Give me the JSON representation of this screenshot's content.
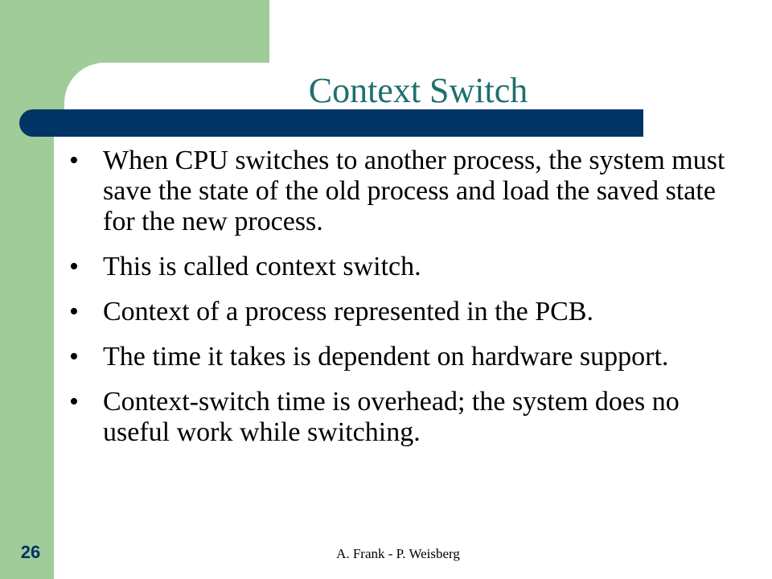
{
  "slide": {
    "title": "Context Switch",
    "bullet_symbol": "•",
    "bullets": [
      "When CPU switches to another process, the system must save the state of the old process and load the saved state for the new process.",
      "This is called context switch.",
      "Context of a process represented in the PCB.",
      "The time it takes is dependent on hardware support.",
      "Context-switch time is overhead; the system does no useful work while switching."
    ],
    "number": "26",
    "footer": "A. Frank - P. Weisberg"
  },
  "colors": {
    "sidebar_green": "#9fcc98",
    "title_bar_navy": "#003366",
    "title_teal": "#1f6f6f",
    "body_text": "#000000"
  }
}
